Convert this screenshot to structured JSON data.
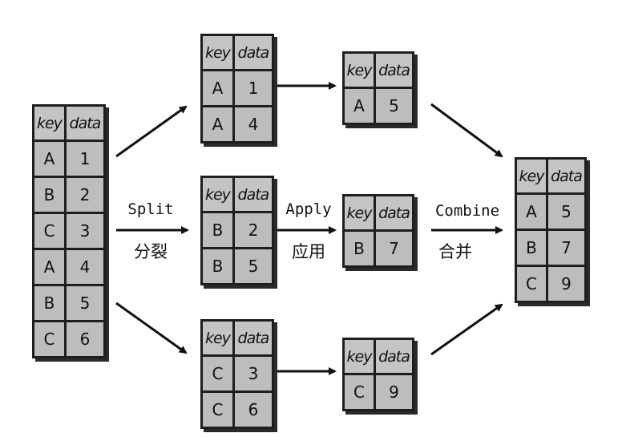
{
  "headers": {
    "key": "key",
    "data": "data"
  },
  "labels": {
    "split": "Split",
    "split_cn": "分裂",
    "apply": "Apply",
    "apply_cn": "应用",
    "combine": "Combine",
    "combine_cn": "合并"
  },
  "source": {
    "rows": [
      [
        "A",
        "1"
      ],
      [
        "B",
        "2"
      ],
      [
        "C",
        "3"
      ],
      [
        "A",
        "4"
      ],
      [
        "B",
        "5"
      ],
      [
        "C",
        "6"
      ]
    ]
  },
  "groups": [
    {
      "rows": [
        [
          "A",
          "1"
        ],
        [
          "A",
          "4"
        ]
      ]
    },
    {
      "rows": [
        [
          "B",
          "2"
        ],
        [
          "B",
          "5"
        ]
      ]
    },
    {
      "rows": [
        [
          "C",
          "3"
        ],
        [
          "C",
          "6"
        ]
      ]
    }
  ],
  "applied": [
    {
      "rows": [
        [
          "A",
          "5"
        ]
      ]
    },
    {
      "rows": [
        [
          "B",
          "7"
        ]
      ]
    },
    {
      "rows": [
        [
          "C",
          "9"
        ]
      ]
    }
  ],
  "result": {
    "rows": [
      [
        "A",
        "5"
      ],
      [
        "B",
        "7"
      ],
      [
        "C",
        "9"
      ]
    ]
  }
}
